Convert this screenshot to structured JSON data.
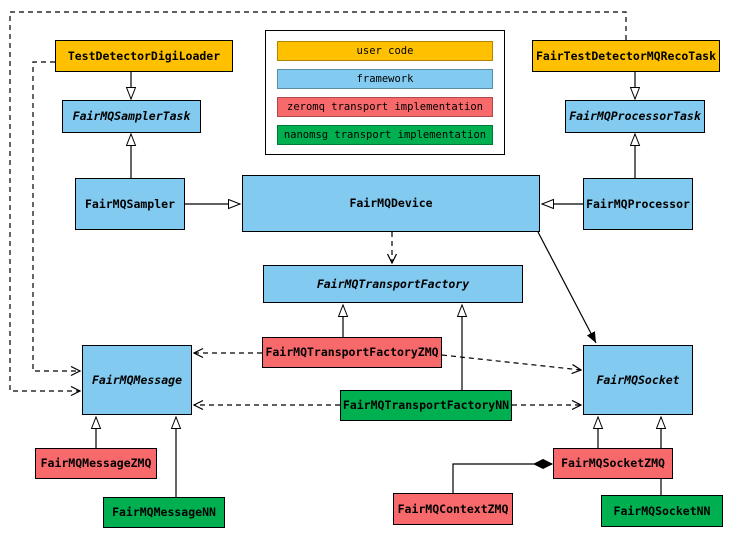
{
  "legend": {
    "items": [
      {
        "label": "user code",
        "color": "#FFC000"
      },
      {
        "label": "framework",
        "color": "#82CAF0"
      },
      {
        "label": "zeromq transport implementation",
        "color": "#F8696B"
      },
      {
        "label": "nanomsg transport implementation",
        "color": "#00B050"
      }
    ]
  },
  "colors": {
    "user_code": "#FFC000",
    "framework": "#82CAF0",
    "zeromq": "#F8696B",
    "nanomsg": "#00B050",
    "line": "#000000",
    "background": "#ffffff"
  },
  "nodes": {
    "testDetectorDigiLoader": {
      "label": "TestDetectorDigiLoader",
      "category": "user code",
      "abstract": false
    },
    "fairTestDetectorMQRecoTask": {
      "label": "FairTestDetectorMQRecoTask",
      "category": "user code",
      "abstract": false
    },
    "fairMQSamplerTask": {
      "label": "FairMQSamplerTask",
      "category": "framework",
      "abstract": true
    },
    "fairMQProcessorTask": {
      "label": "FairMQProcessorTask",
      "category": "framework",
      "abstract": true
    },
    "fairMQSampler": {
      "label": "FairMQSampler",
      "category": "framework",
      "abstract": false
    },
    "fairMQDevice": {
      "label": "FairMQDevice",
      "category": "framework",
      "abstract": false
    },
    "fairMQProcessor": {
      "label": "FairMQProcessor",
      "category": "framework",
      "abstract": false
    },
    "fairMQTransportFactory": {
      "label": "FairMQTransportFactory",
      "category": "framework",
      "abstract": true
    },
    "fairMQTransportFactoryZMQ": {
      "label": "FairMQTransportFactoryZMQ",
      "category": "zeromq transport implementation",
      "abstract": false
    },
    "fairMQTransportFactoryNN": {
      "label": "FairMQTransportFactoryNN",
      "category": "nanomsg transport implementation",
      "abstract": false
    },
    "fairMQMessage": {
      "label": "FairMQMessage",
      "category": "framework",
      "abstract": true
    },
    "fairMQSocket": {
      "label": "FairMQSocket",
      "category": "framework",
      "abstract": true
    },
    "fairMQMessageZMQ": {
      "label": "FairMQMessageZMQ",
      "category": "zeromq transport implementation",
      "abstract": false
    },
    "fairMQMessageNN": {
      "label": "FairMQMessageNN",
      "category": "nanomsg transport implementation",
      "abstract": false
    },
    "fairMQContextZMQ": {
      "label": "FairMQContextZMQ",
      "category": "zeromq transport implementation",
      "abstract": false
    },
    "fairMQSocketZMQ": {
      "label": "FairMQSocketZMQ",
      "category": "zeromq transport implementation",
      "abstract": false
    },
    "fairMQSocketNN": {
      "label": "FairMQSocketNN",
      "category": "nanomsg transport implementation",
      "abstract": false
    }
  },
  "relationships": [
    {
      "from": "TestDetectorDigiLoader",
      "to": "FairMQSamplerTask",
      "type": "inheritance"
    },
    {
      "from": "FairMQSampler",
      "to": "FairMQSamplerTask",
      "type": "inheritance"
    },
    {
      "from": "FairMQSampler",
      "to": "FairMQDevice",
      "type": "inheritance"
    },
    {
      "from": "FairMQProcessor",
      "to": "FairMQDevice",
      "type": "inheritance"
    },
    {
      "from": "FairMQProcessor",
      "to": "FairMQProcessorTask",
      "type": "inheritance"
    },
    {
      "from": "FairTestDetectorMQRecoTask",
      "to": "FairMQProcessorTask",
      "type": "inheritance"
    },
    {
      "from": "FairMQDevice",
      "to": "FairMQTransportFactory",
      "type": "dependency"
    },
    {
      "from": "FairMQTransportFactoryZMQ",
      "to": "FairMQTransportFactory",
      "type": "inheritance"
    },
    {
      "from": "FairMQTransportFactoryNN",
      "to": "FairMQTransportFactory",
      "type": "inheritance"
    },
    {
      "from": "FairMQDevice",
      "to": "FairMQSocket",
      "type": "association"
    },
    {
      "from": "FairMQTransportFactoryZMQ",
      "to": "FairMQMessage",
      "type": "dependency"
    },
    {
      "from": "FairMQTransportFactoryZMQ",
      "to": "FairMQSocket",
      "type": "dependency"
    },
    {
      "from": "FairMQTransportFactoryNN",
      "to": "FairMQMessage",
      "type": "dependency"
    },
    {
      "from": "FairMQTransportFactoryNN",
      "to": "FairMQSocket",
      "type": "dependency"
    },
    {
      "from": "FairMQMessageZMQ",
      "to": "FairMQMessage",
      "type": "inheritance"
    },
    {
      "from": "FairMQMessageNN",
      "to": "FairMQMessage",
      "type": "inheritance"
    },
    {
      "from": "FairMQSocketZMQ",
      "to": "FairMQSocket",
      "type": "inheritance"
    },
    {
      "from": "FairMQSocketNN",
      "to": "FairMQSocket",
      "type": "inheritance"
    },
    {
      "from": "FairMQContextZMQ",
      "to": "FairMQSocketZMQ",
      "type": "composition"
    },
    {
      "from": "FairTestDetectorMQRecoTask",
      "to": "FairMQMessage",
      "type": "dependency"
    },
    {
      "from": "TestDetectorDigiLoader",
      "to": "FairMQMessage",
      "type": "dependency"
    }
  ]
}
